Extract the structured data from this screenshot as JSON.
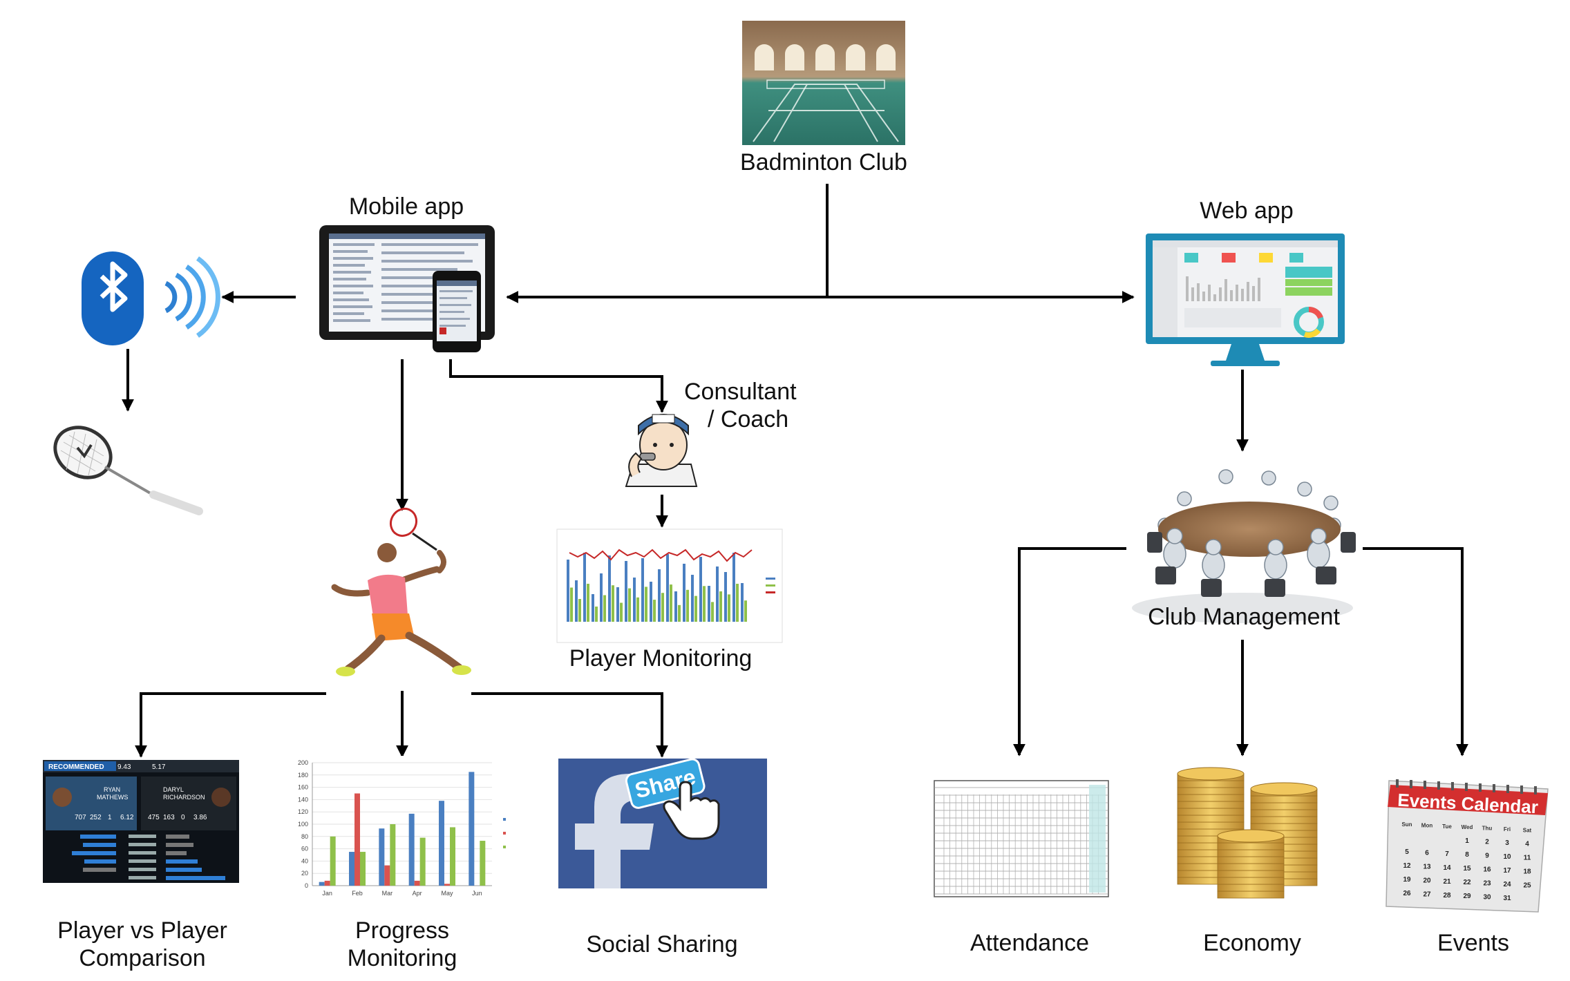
{
  "labels": {
    "club": "Badminton Club",
    "mobile": "Mobile app",
    "web": "Web app",
    "coach_line1": "Consultant",
    "coach_line2": "/  Coach",
    "monitoring": "Player Monitoring",
    "club_mgmt": "Club Management",
    "compare_line1": "Player vs Player",
    "compare_line2": "Comparison",
    "progress_line1": "Progress",
    "progress_line2": "Monitoring",
    "social": "Social Sharing",
    "attendance": "Attendance",
    "economy": "Economy",
    "events": "Events"
  },
  "icons": {
    "club": "badminton-court-photo-icon",
    "mobile": "tablet-and-phone-icon",
    "bluetooth": "bluetooth-signal-icon",
    "racket": "badminton-racket-icon",
    "coach": "coach-whistle-icon",
    "monitoring": "monitoring-chart-icon",
    "player": "badminton-player-icon",
    "web": "desktop-monitor-dashboard-icon",
    "meeting": "round-table-meeting-icon",
    "compare": "player-comparison-scoreboard-icon",
    "progress": "progress-bar-chart-icon",
    "social": "facebook-share-icon",
    "attendance": "spreadsheet-icon",
    "economy": "gold-coins-icon",
    "events": "events-calendar-icon"
  },
  "thumbnails": {
    "compare": {
      "tag": "RECOMMENDED",
      "score1": "9.43",
      "score2": "5.17",
      "player1_first": "RYAN",
      "player1_last": "MATHEWS",
      "player2_first": "DARYL",
      "player2_last": "RICHARDSON",
      "stats1": [
        "707",
        "252",
        "1",
        "6.12"
      ],
      "stats2": [
        "475",
        "163",
        "0",
        "3.86"
      ]
    },
    "social_button": "Share",
    "calendar_title": "Events Calendar",
    "calendar_days": [
      "Sun",
      "Mon",
      "Tue",
      "Wed",
      "Thu",
      "Fri",
      "Sat"
    ]
  },
  "colors": {
    "bluetooth": "#1565c0",
    "facebook": "#3b5998",
    "monitor": "#1e8bb5",
    "calendar_red": "#d32f2f",
    "coin_gold": "#e0b24a"
  },
  "chart_data": {
    "type": "bar",
    "categories": [
      "Jan",
      "Feb",
      "Mar",
      "Apr",
      "May",
      "Jun"
    ],
    "series": [
      {
        "values": [
          8,
          150,
          33,
          8,
          3,
          0
        ]
      },
      {
        "values": [
          80,
          55,
          100,
          78,
          95,
          73
        ]
      },
      {
        "values": [
          0,
          0,
          0,
          0,
          0,
          0
        ]
      }
    ],
    "blue_values": [
      6,
      55,
      93,
      117,
      138,
      185
    ],
    "ylim": [
      0,
      200
    ],
    "yticks": [
      0,
      20,
      40,
      60,
      80,
      100,
      120,
      140,
      160,
      180,
      200
    ]
  }
}
